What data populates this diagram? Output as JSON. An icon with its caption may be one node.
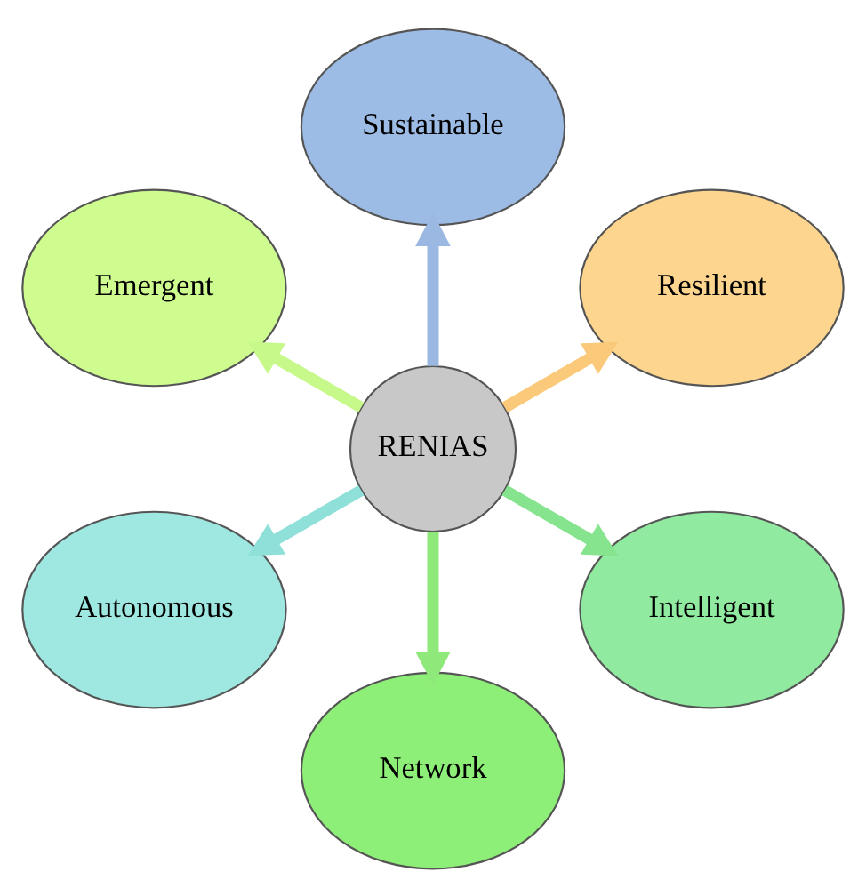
{
  "diagram": {
    "nodes": [
      {
        "text": [
          "Resilient"
        ]
      },
      {
        "text": [
          "Sustainable"
        ]
      },
      {
        "text": [
          "Emergent"
        ]
      },
      {
        "text": [
          "RENIAS"
        ]
      },
      {
        "text": [
          "Autonomous"
        ]
      },
      {
        "text": [
          "Network"
        ]
      },
      {
        "text": [
          "Intelligent"
        ]
      }
    ],
    "edges": [
      {
        "from": 3,
        "to": 0,
        "arrow": "to",
        "color": "#fbc97a"
      },
      {
        "from": 3,
        "to": 2,
        "arrow": "to",
        "color": "#c6f98a"
      },
      {
        "from": 3,
        "to": 5,
        "arrow": "to",
        "color": "#8ee87a"
      },
      {
        "from": 3,
        "to": 6,
        "arrow": "to",
        "color": "#86e48e"
      },
      {
        "from": 3,
        "to": 4,
        "arrow": "to",
        "color": "#8ee0d8"
      },
      {
        "from": 3,
        "to": 1,
        "arrow": "to",
        "color": "#9ab8e2"
      }
    ]
  }
}
